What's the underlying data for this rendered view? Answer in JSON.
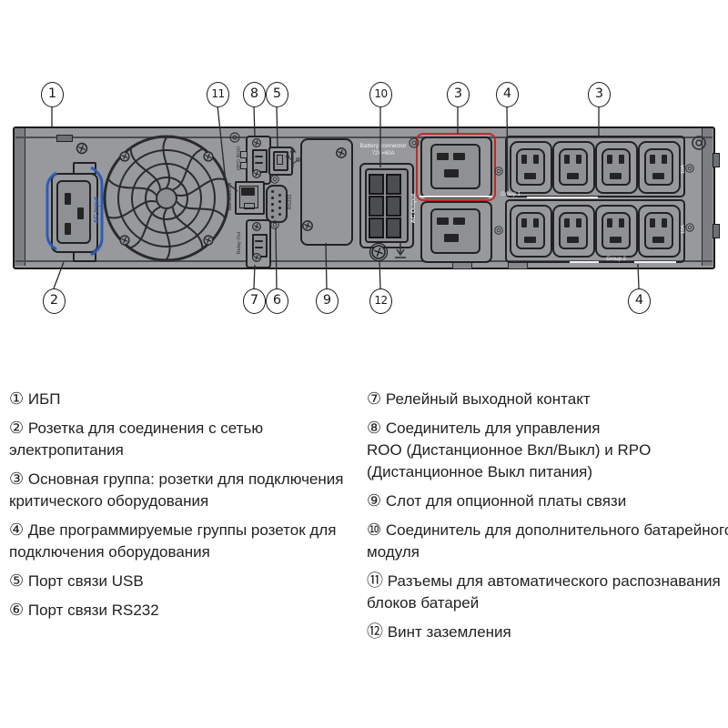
{
  "colors": {
    "panel_face": "#97999c",
    "outline": "#1c1c1c",
    "accent_blue": "#2d5cb8",
    "accent_red": "#c02a2a",
    "label_light": "#f2f3f4"
  },
  "diagram": {
    "panel_labels": {
      "ac_input": "AC Input",
      "rpo_roo": "RPO ROO",
      "batt_detection": "Batt detection",
      "rs232": "RS232",
      "relay_out": "Relay Out",
      "battery_connector_l1": "Battery connector",
      "battery_connector_l2": "72V=60A",
      "ac_output": "AC Output",
      "group1": "Group 1",
      "group2": "Group 2",
      "rating_top": "10A",
      "rating_bottom": "10A"
    },
    "callouts_top": [
      {
        "n": "1"
      },
      {
        "n": "11"
      },
      {
        "n": "8"
      },
      {
        "n": "5"
      },
      {
        "n": "10"
      },
      {
        "n": "3"
      },
      {
        "n": "4"
      },
      {
        "n": "3"
      }
    ],
    "callouts_bottom": [
      {
        "n": "2"
      },
      {
        "n": "7"
      },
      {
        "n": "6"
      },
      {
        "n": "9"
      },
      {
        "n": "12"
      },
      {
        "n": "4"
      }
    ]
  },
  "legend_left": [
    {
      "marker": "①",
      "text": "ИБП"
    },
    {
      "marker": "②",
      "text": "Розетка для соединения с сетью\nэлектропитания"
    },
    {
      "marker": "③",
      "text": "Основная группа: розетки для подключения\nкритического оборудования"
    },
    {
      "marker": "④",
      "text": "Две программируемые группы розеток для\nподключения оборудования"
    },
    {
      "marker": "⑤",
      "text": "Порт связи USB"
    },
    {
      "marker": "⑥",
      "text": "Порт связи RS232"
    }
  ],
  "legend_right": [
    {
      "marker": "⑦",
      "text": "Релейный выходной контакт"
    },
    {
      "marker": "⑧",
      "text": "Соединитель для управления\nROO (Дистанционное Вкл/Выкл) и RPO\n(Дистанционное Выкл питания)"
    },
    {
      "marker": "⑨",
      "text": "Слот для опционной платы связи"
    },
    {
      "marker": "⑩",
      "text": "Соединитель для дополнительного батарейного\nмодуля"
    },
    {
      "marker": "⑪",
      "text": "Разъемы для автоматического распознавания\nблоков батарей"
    },
    {
      "marker": "⑫",
      "text": "Винт заземления"
    }
  ]
}
